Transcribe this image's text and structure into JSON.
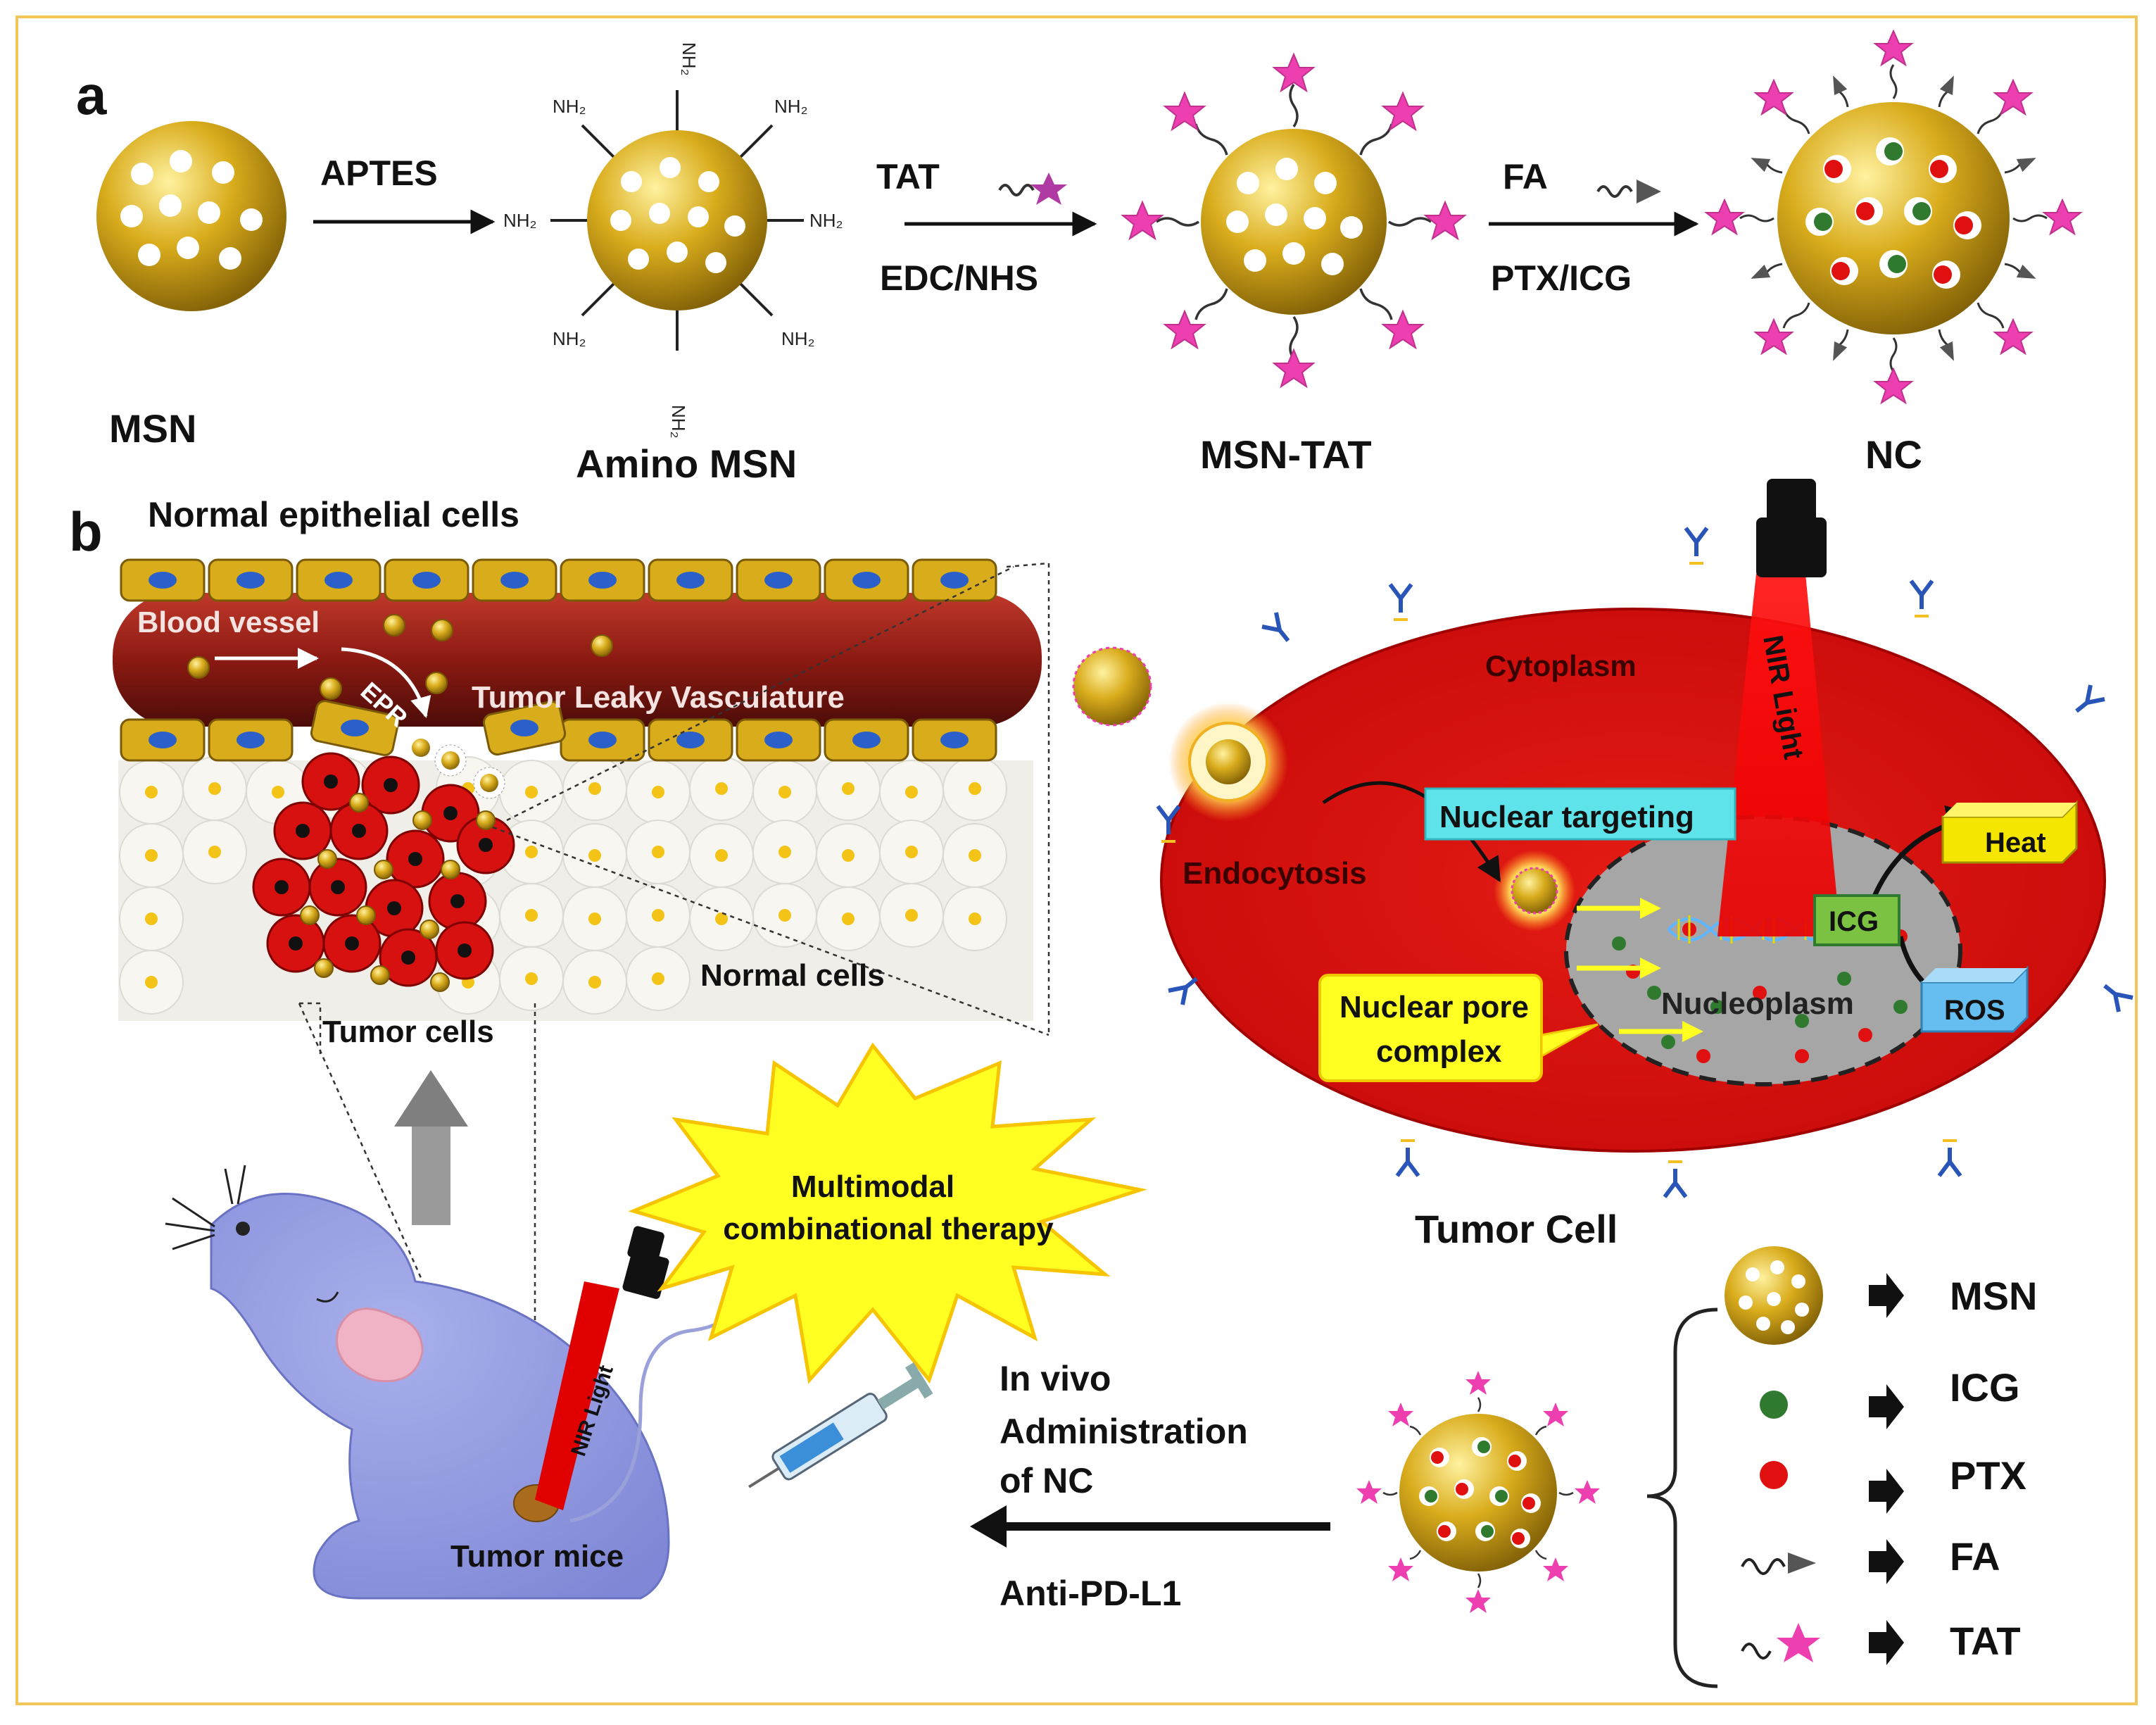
{
  "panel_a": {
    "letter": "a",
    "steps": [
      {
        "name": "MSN"
      },
      {
        "reagent": "APTES",
        "name": "Amino MSN"
      },
      {
        "reagent_top": "TAT",
        "reagent_bottom": "EDC/NHS",
        "name": "MSN-TAT"
      },
      {
        "reagent_top": "FA",
        "reagent_bottom": "PTX/ICG",
        "name": "NC"
      }
    ],
    "amine_label": "NH₂"
  },
  "panel_b": {
    "letter": "b",
    "normal_epithelial": "Normal epithelial cells",
    "blood_vessel": "Blood vessel",
    "epr": "EPR",
    "leaky": "Tumor Leaky Vasculature",
    "normal_cells": "Normal cells",
    "tumor_cells": "Tumor cells",
    "tumor_mice": "Tumor mice",
    "nir_light": "NIR Light",
    "therapy_line1": "Multimodal",
    "therapy_line2": "combinational therapy",
    "cytoplasm": "Cytoplasm",
    "endocytosis": "Endocytosis",
    "nuclear_targeting": "Nuclear targeting",
    "icg": "ICG",
    "nucleoplasm": "Nucleoplasm",
    "pore_line1": "Nuclear pore",
    "pore_line2": "complex",
    "heat": "Heat",
    "ros": "ROS",
    "tumor_cell": "Tumor Cell",
    "admin_line1": "In vivo",
    "admin_line2": "Administration",
    "admin_line3": "of NC",
    "anti_pdl1": "Anti-PD-L1"
  },
  "legend": [
    {
      "symbol": "msn",
      "label": "MSN"
    },
    {
      "symbol": "green-dot",
      "label": "ICG"
    },
    {
      "symbol": "red-dot",
      "label": "PTX"
    },
    {
      "symbol": "fa-arrow",
      "label": "FA"
    },
    {
      "symbol": "tat-star",
      "label": "TAT"
    }
  ],
  "colors": {
    "gold": "#d4a514",
    "vessel": "#8b1a12",
    "cell": "#dd0f0f",
    "nucleus": "#a7a7a7",
    "pink": "#ee3fb0",
    "green": "#2f7a2f",
    "red": "#e01010",
    "cyan": "#5fe3ea",
    "yellow": "#ffff22"
  }
}
